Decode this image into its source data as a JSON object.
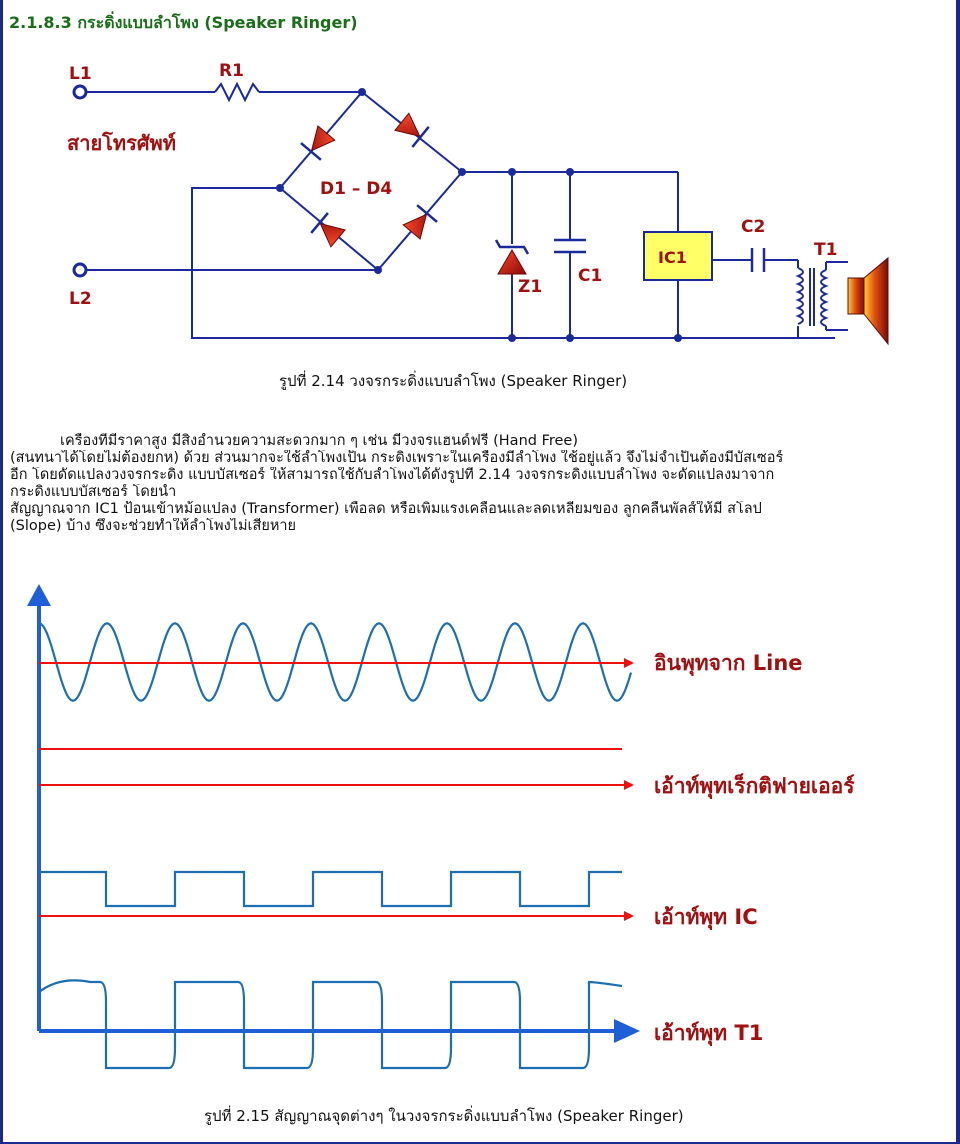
{
  "heading": "2.1.8.3 กระดิ่งแบบลำโพง (Speaker Ringer)",
  "circuit": {
    "labels": {
      "l1": "L1",
      "l2": "L2",
      "r1": "R1",
      "line_thai": "สายโทรศัพท์",
      "diodes": "D1 – D4",
      "z1": "Z1",
      "c1": "C1",
      "ic1": "IC1",
      "c2": "C2",
      "t1": "T1"
    },
    "colors": {
      "wire": "#1a2a9c",
      "label": "#a01010",
      "ic_fill": "#ffff66",
      "diode": "#b01010"
    }
  },
  "caption_1": "รูปที่ 2.14 วงจรกระดิ่งแบบลำโพง (Speaker Ringer)",
  "paragraph": [
    "เครื่องที่มีราคาสูง มีสิ่งอำนวยความสะดวกมาก ๆ เช่น มีวงจรแฮนด์ฟรี (Hand Free)",
    "(สนทนาได้โดยไม่ต้องยกห) ด้วย ส่วนมากจะใช้ลำโพงเป็น กระดิ่งเพราะในเครื่องมีลำโพง ใช้อยู่แล้ว จึงไม่จำเป็นต้องมีบัสเซอร์",
    "อีก โดยดัดแปลงวงจรกระดิ่ง แบบบัสเซอร์ ให้สามารถใช้กับลำโพงได้ดังรูปที่ 2.14 วงจรกระดิ่งแบบลำโพง จะดัดแปลงมาจาก",
    "กระดิ่งแบบบัสเซอร์ โดยนำ",
    "สัญญาณจาก IC1 ป้อนเข้าหม้อแปลง (Transformer) เพื่อลด หรือเพิ่มแรงเคลื่อนและลดเหลี่ยมของ ลูกคลื่นพัลส์ให้มี สโลป",
    "(Slope) บ้าง ซึ่งจะช่วยทำให้ลำโพงไม่เสียหาย"
  ],
  "waveforms": {
    "labels": {
      "input": "อินพุทจาก Line",
      "rectifier": "เอ้าท์พุทเร็กติฟายเออร์",
      "ic": "เอ้าท์พุท IC",
      "t1": "เอ้าท์พุท T1"
    },
    "colors": {
      "axis": "#1e5fd8",
      "wave": "#1e6fb0",
      "arrow": "#ee1111",
      "label": "#a01010"
    }
  },
  "caption_2": "รูปที่ 2.15 สัญญาณจุดต่างๆ ในวงจรกระดิ่งแบบลำโพง (Speaker Ringer)"
}
